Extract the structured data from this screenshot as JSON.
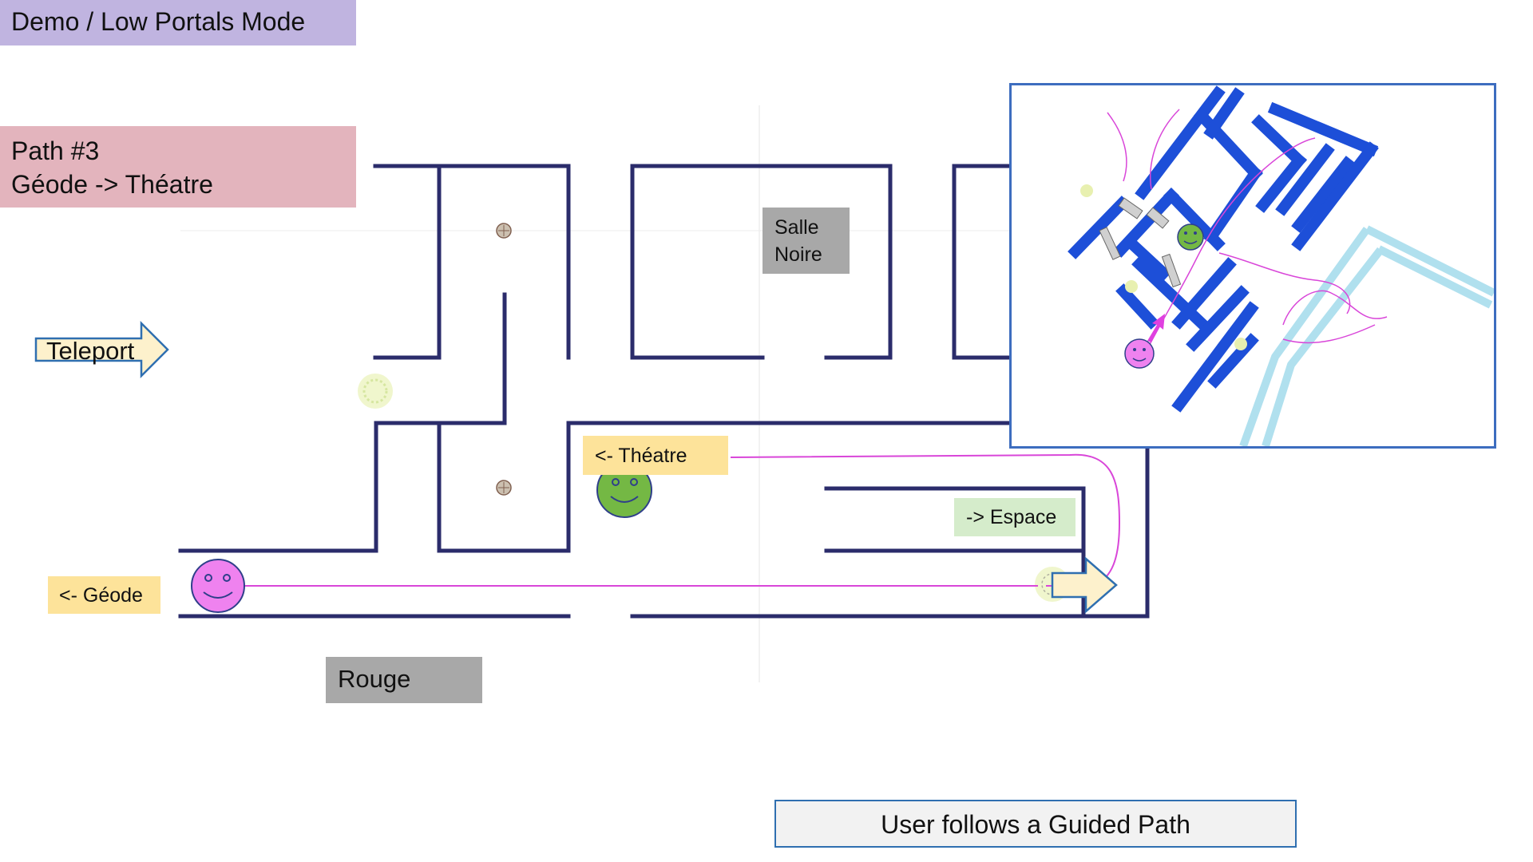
{
  "banner": {
    "mode": "Demo / Low Portals Mode"
  },
  "path": {
    "number": "Path #3",
    "route": "Géode -> Théatre"
  },
  "teleport": {
    "label": "Teleport"
  },
  "rooms": {
    "salle_line1": "Salle",
    "salle_line2": "Noire",
    "rouge": "Rouge"
  },
  "labels": {
    "theatre": "<- Théatre",
    "espace": "-> Espace",
    "geode": "<- Géode"
  },
  "caption": "User follows a Guided Path",
  "colors": {
    "wall": "#2b2c6b",
    "guide_path": "#d946d9",
    "user_avatar": "#ef82ef",
    "target_avatar": "#74b844",
    "inset_wall": "#1d4fd8",
    "inset_border": "#3d6dbf",
    "teleport_arrow": "#fdf1cc"
  },
  "icons": {
    "user": "smiley-face-icon",
    "target": "smiley-face-icon",
    "teleport": "right-arrow-icon",
    "portal": "portal-marker-icon"
  }
}
